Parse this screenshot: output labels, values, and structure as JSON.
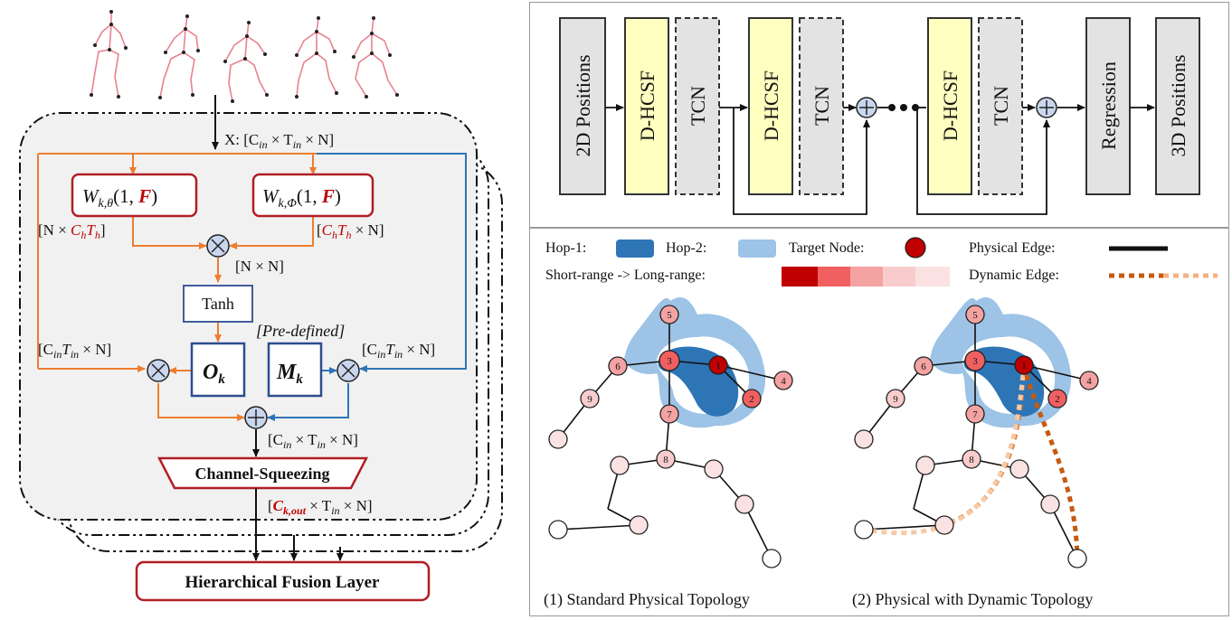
{
  "left": {
    "input": "X: [C",
    "input_sub": "in",
    "input_tail": " × T",
    "input_sub2": "in",
    "input_end": " × N]",
    "w_theta": "W",
    "w_theta_sub": "k,θ",
    "w_theta_args": "(1, ",
    "w_theta_F": "F",
    "w_theta_close": ")",
    "w_phi": "W",
    "w_phi_sub": "k,Φ",
    "w_phi_args": "(1, ",
    "w_phi_F": "F",
    "w_phi_close": ")",
    "dim_left_a": "[N × ",
    "dim_left_ch": "C",
    "dim_left_ch_sub": "h",
    "dim_left_th": "T",
    "dim_left_th_sub": "h",
    "dim_left_close": "]",
    "dim_right_open": "[",
    "dim_right_ch": "C",
    "dim_right_ch_sub": "h",
    "dim_right_th": "T",
    "dim_right_th_sub": "h",
    "dim_right_tail": " × N]",
    "nn": "[N × N]",
    "tanh": "Tanh",
    "predefined": "[Pre-defined]",
    "cin_left": "[C",
    "cin_left_sub": "in",
    "cin_left_t": "T",
    "cin_left_t_sub": "in",
    "cin_left_end": " × N]",
    "cin_right": "[C",
    "cin_right_sub": "in",
    "cin_right_t": "T",
    "cin_right_t_sub": "in",
    "cin_right_end": " × N]",
    "ok": "O",
    "ok_sub": "k",
    "mk": "M",
    "mk_sub": "k",
    "sum_dim": "[C",
    "sum_dim_sub": "in",
    "sum_dim_mid": " × T",
    "sum_dim_sub2": "in",
    "sum_dim_end": " × N]",
    "squeeze": "Channel-Squeezing",
    "out_open": "[",
    "out_c": "C",
    "out_c_sub": "k,out",
    "out_mid": " × T",
    "out_sub2": "in",
    "out_end": " × N]",
    "fusion": "Hierarchical Fusion Layer"
  },
  "topright": {
    "blocks": [
      "2D Positions",
      "D-HCSF",
      "TCN",
      "D-HCSF",
      "TCN",
      "D-HCSF",
      "TCN",
      "Regression",
      "3D Positions"
    ]
  },
  "bottomright": {
    "legend_hop1": "Hop-1:",
    "legend_hop2": "Hop-2:",
    "legend_target": "Target Node:",
    "legend_physical": "Physical Edge:",
    "legend_range": "Short-range -> Long-range:",
    "legend_dynamic": "Dynamic Edge:",
    "nodes": [
      "1",
      "2",
      "3",
      "4",
      "5",
      "6",
      "7",
      "8",
      "9"
    ],
    "caption1": "(1) Standard Physical Topology",
    "caption2": "(2) Physical with Dynamic Topology"
  },
  "colors": {
    "orange": "#ed7d31",
    "blue": "#2e75b6",
    "darkred": "#c00000",
    "yellow": "#ffffc0",
    "gray": "#e3e3e3",
    "hop1": "#2e75b6",
    "hop2": "#9dc3e6"
  }
}
